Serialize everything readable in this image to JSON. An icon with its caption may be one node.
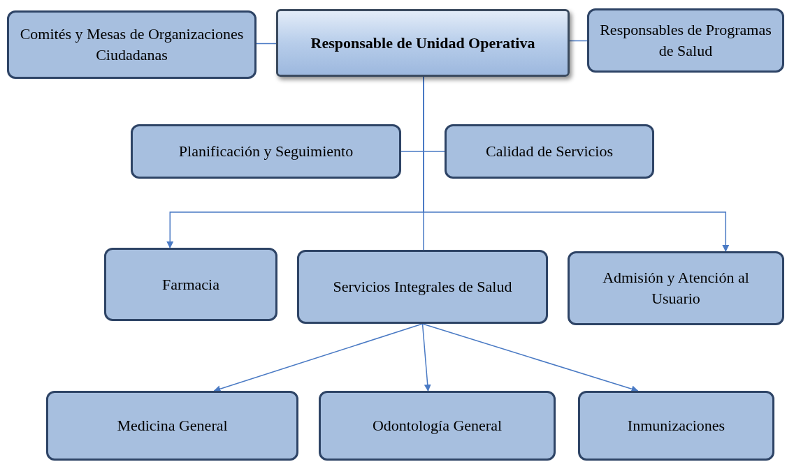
{
  "diagram": {
    "nodes": [
      {
        "text": [
          "Comités y Mesas de Organizaciones Ciudadanas"
        ]
      },
      {
        "text": [
          "Responsable de Unidad Operativa"
        ]
      },
      {
        "text": [
          "Responsables de Programas de Salud"
        ]
      },
      {
        "text": [
          "Planificación y Seguimiento"
        ]
      },
      {
        "text": [
          "Calidad de Servicios"
        ]
      },
      {
        "text": [
          "Farmacia"
        ]
      },
      {
        "text": [
          "Servicios Integrales de Salud"
        ]
      },
      {
        "text": [
          "Admisión y Atención al Usuario"
        ]
      },
      {
        "text": [
          "Medicina General"
        ]
      },
      {
        "text": [
          "Odontología General"
        ]
      },
      {
        "text": [
          "Inmunizaciones"
        ]
      }
    ],
    "edges": [
      {
        "from": 0,
        "to": 1,
        "arrow": "none"
      },
      {
        "from": 1,
        "to": 2,
        "arrow": "none"
      },
      {
        "from": 1,
        "to": 3,
        "arrow": "none"
      },
      {
        "from": 1,
        "to": 4,
        "arrow": "none"
      },
      {
        "from": 1,
        "to": 5,
        "arrow": "to"
      },
      {
        "from": 1,
        "to": 6,
        "arrow": "none"
      },
      {
        "from": 1,
        "to": 7,
        "arrow": "to"
      },
      {
        "from": 6,
        "to": 8,
        "arrow": "to"
      },
      {
        "from": 6,
        "to": 9,
        "arrow": "to"
      },
      {
        "from": 6,
        "to": 10,
        "arrow": "to"
      }
    ]
  }
}
